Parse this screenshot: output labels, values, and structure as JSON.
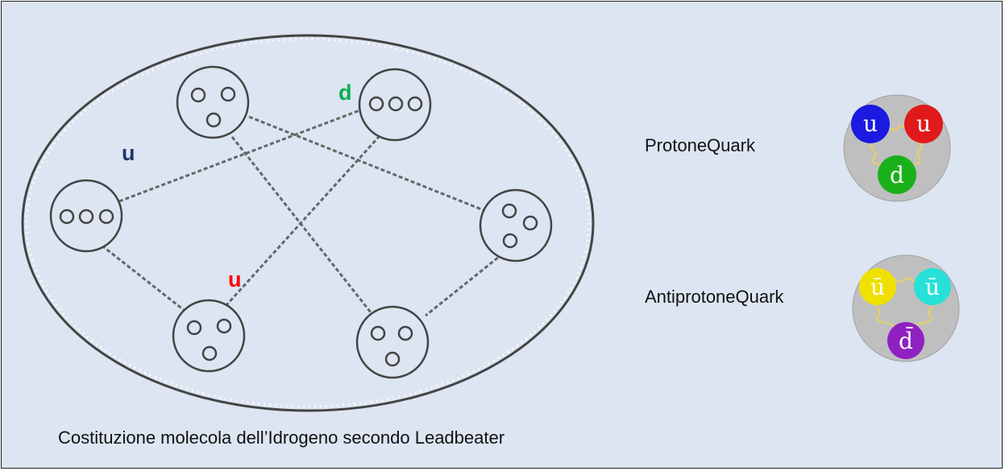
{
  "labels": {
    "u_top": {
      "text": "u",
      "color": "#1f3864"
    },
    "d": {
      "text": "d",
      "color": "#00b050"
    },
    "u_red": {
      "text": "u",
      "color": "#ff0000"
    }
  },
  "caption": "Costituzione molecola dell’Idrogeno secondo Leadbeater",
  "proton": {
    "label": "ProtoneQuark",
    "quarks": [
      {
        "text": "u",
        "color": "#1a1ae0"
      },
      {
        "text": "u",
        "color": "#e01a1a"
      },
      {
        "text": "d",
        "color": "#1ab01a"
      }
    ]
  },
  "antiproton": {
    "label": "AntiprotoneQuark",
    "quarks": [
      {
        "text": "ū",
        "color": "#f0e000"
      },
      {
        "text": "ū",
        "color": "#28e0d8"
      },
      {
        "text": "d̄",
        "color": "#9020c0"
      }
    ]
  }
}
